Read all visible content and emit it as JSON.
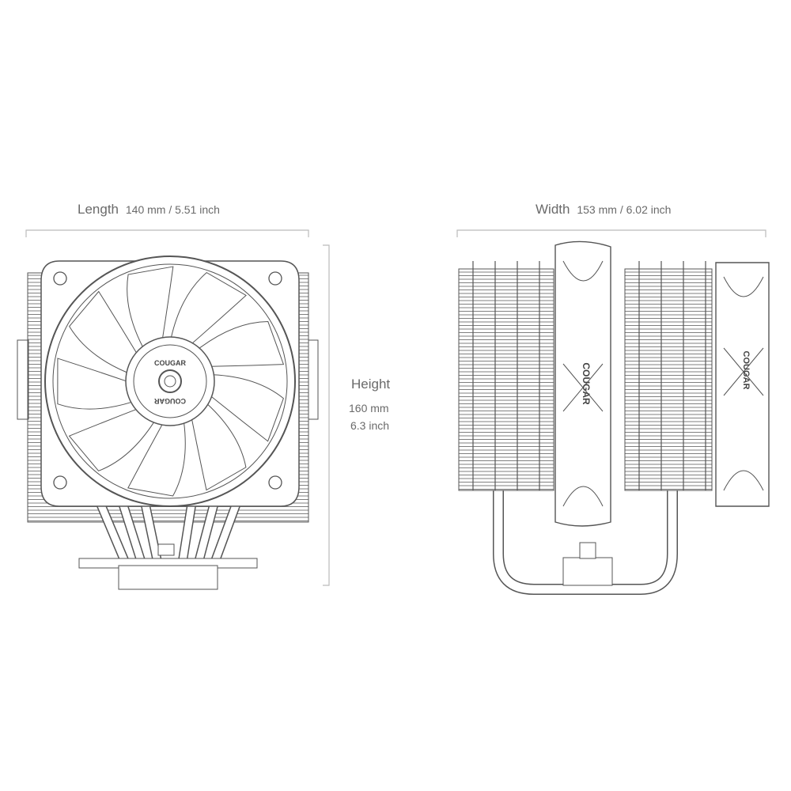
{
  "length": {
    "label": "Length",
    "value": "140 mm / 5.51 inch"
  },
  "width": {
    "label": "Width",
    "value": "153 mm / 6.02 inch"
  },
  "height": {
    "label": "Height",
    "value_mm": "160 mm",
    "value_inch": "6.3 inch"
  },
  "logo_text": "COUGAR",
  "colors": {
    "line": "#555555",
    "dimension": "#bbbbbb",
    "text": "#6a6a6a"
  }
}
